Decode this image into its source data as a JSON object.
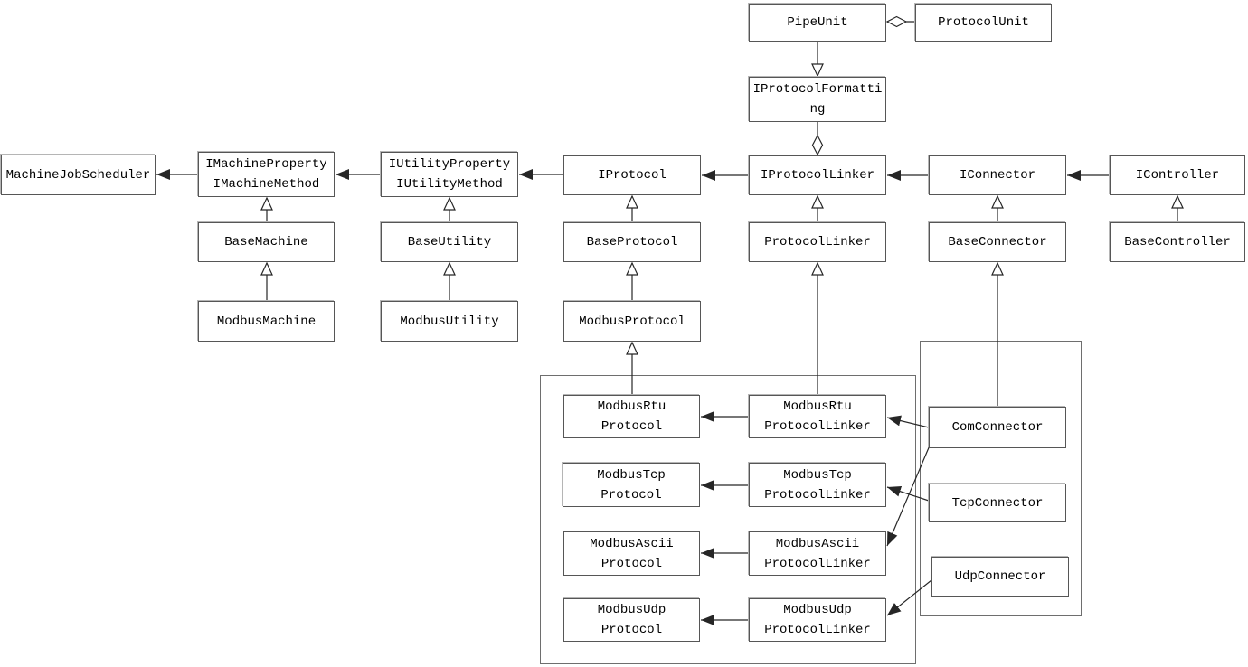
{
  "diagram": {
    "type": "uml-class-diagram",
    "nodes": {
      "pipe_unit": {
        "label": "PipeUnit"
      },
      "protocol_unit": {
        "label": "ProtocolUnit"
      },
      "i_protocol_formatting": {
        "label": "IProtocolFormatti\nng"
      },
      "machine_job_scheduler": {
        "label": "MachineJobScheduler"
      },
      "i_machine": {
        "label": "IMachineProperty\nIMachineMethod"
      },
      "i_utility": {
        "label": "IUtilityProperty\nIUtilityMethod"
      },
      "i_protocol": {
        "label": "IProtocol"
      },
      "i_protocol_linker": {
        "label": "IProtocolLinker"
      },
      "i_connector": {
        "label": "IConnector"
      },
      "i_controller": {
        "label": "IController"
      },
      "base_machine": {
        "label": "BaseMachine"
      },
      "base_utility": {
        "label": "BaseUtility"
      },
      "base_protocol": {
        "label": "BaseProtocol"
      },
      "protocol_linker": {
        "label": "ProtocolLinker"
      },
      "base_connector": {
        "label": "BaseConnector"
      },
      "base_controller": {
        "label": "BaseController"
      },
      "modbus_machine": {
        "label": "ModbusMachine"
      },
      "modbus_utility": {
        "label": "ModbusUtility"
      },
      "modbus_protocol": {
        "label": "ModbusProtocol"
      },
      "modbus_rtu_protocol": {
        "label": "ModbusRtu\nProtocol"
      },
      "modbus_rtu_protocol_linker": {
        "label": "ModbusRtu\nProtocolLinker"
      },
      "modbus_tcp_protocol": {
        "label": "ModbusTcp\nProtocol"
      },
      "modbus_tcp_protocol_linker": {
        "label": "ModbusTcp\nProtocolLinker"
      },
      "modbus_ascii_protocol": {
        "label": "ModbusAscii\nProtocol"
      },
      "modbus_ascii_protocol_linker": {
        "label": "ModbusAscii\nProtocolLinker"
      },
      "modbus_udp_protocol": {
        "label": "ModbusUdp\nProtocol"
      },
      "modbus_udp_protocol_linker": {
        "label": "ModbusUdp\nProtocolLinker"
      },
      "com_connector": {
        "label": "ComConnector"
      },
      "tcp_connector": {
        "label": "TcpConnector"
      },
      "udp_connector": {
        "label": "UdpConnector"
      }
    },
    "groups": [
      {
        "name": "modbus-protocol-linker-group",
        "members": [
          "modbus_rtu_protocol",
          "modbus_rtu_protocol_linker",
          "modbus_tcp_protocol",
          "modbus_tcp_protocol_linker",
          "modbus_ascii_protocol",
          "modbus_ascii_protocol_linker",
          "modbus_udp_protocol",
          "modbus_udp_protocol_linker"
        ]
      },
      {
        "name": "connector-group",
        "members": [
          "com_connector",
          "tcp_connector",
          "udp_connector"
        ]
      }
    ],
    "edges": [
      {
        "from": "protocol_unit",
        "to": "pipe_unit",
        "type": "aggregation"
      },
      {
        "from": "pipe_unit",
        "to": "i_protocol_formatting",
        "type": "generalization"
      },
      {
        "from": "i_protocol_formatting",
        "to": "i_protocol_linker",
        "type": "aggregation"
      },
      {
        "from": "i_machine",
        "to": "machine_job_scheduler",
        "type": "association"
      },
      {
        "from": "i_utility",
        "to": "i_machine",
        "type": "association"
      },
      {
        "from": "i_protocol",
        "to": "i_utility",
        "type": "association"
      },
      {
        "from": "i_protocol_linker",
        "to": "i_protocol",
        "type": "association"
      },
      {
        "from": "i_connector",
        "to": "i_protocol_linker",
        "type": "association"
      },
      {
        "from": "i_controller",
        "to": "i_connector",
        "type": "association"
      },
      {
        "from": "base_machine",
        "to": "i_machine",
        "type": "generalization"
      },
      {
        "from": "modbus_machine",
        "to": "base_machine",
        "type": "generalization"
      },
      {
        "from": "base_utility",
        "to": "i_utility",
        "type": "generalization"
      },
      {
        "from": "modbus_utility",
        "to": "base_utility",
        "type": "generalization"
      },
      {
        "from": "base_protocol",
        "to": "i_protocol",
        "type": "generalization"
      },
      {
        "from": "modbus_protocol",
        "to": "base_protocol",
        "type": "generalization"
      },
      {
        "from": "modbus_rtu_protocol",
        "to": "modbus_protocol",
        "type": "generalization"
      },
      {
        "from": "protocol_linker",
        "to": "i_protocol_linker",
        "type": "generalization"
      },
      {
        "from": "modbus_rtu_protocol_linker",
        "to": "protocol_linker",
        "type": "generalization"
      },
      {
        "from": "base_connector",
        "to": "i_connector",
        "type": "generalization"
      },
      {
        "from": "com_connector",
        "to": "base_connector",
        "type": "generalization"
      },
      {
        "from": "base_controller",
        "to": "i_controller",
        "type": "generalization"
      },
      {
        "from": "modbus_rtu_protocol_linker",
        "to": "modbus_rtu_protocol",
        "type": "association"
      },
      {
        "from": "modbus_tcp_protocol_linker",
        "to": "modbus_tcp_protocol",
        "type": "association"
      },
      {
        "from": "modbus_ascii_protocol_linker",
        "to": "modbus_ascii_protocol",
        "type": "association"
      },
      {
        "from": "modbus_udp_protocol_linker",
        "to": "modbus_udp_protocol",
        "type": "association"
      },
      {
        "from": "com_connector",
        "to": "modbus_rtu_protocol_linker",
        "type": "association"
      },
      {
        "from": "com_connector",
        "to": "modbus_ascii_protocol_linker",
        "type": "association"
      },
      {
        "from": "tcp_connector",
        "to": "modbus_tcp_protocol_linker",
        "type": "association"
      },
      {
        "from": "udp_connector",
        "to": "modbus_udp_protocol_linker",
        "type": "association"
      }
    ],
    "colors": {
      "box_fill": "#ffffff",
      "box_border": "#565656",
      "line": "#262626",
      "background": "#ffffff"
    }
  }
}
